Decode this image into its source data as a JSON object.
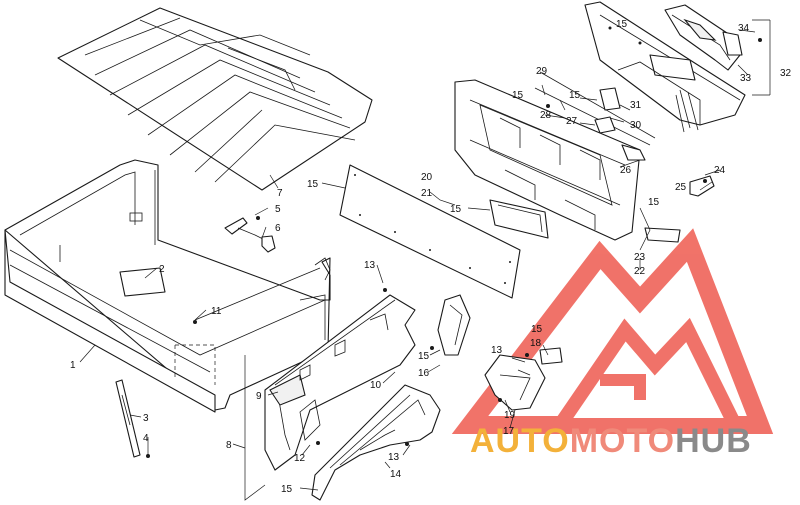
{
  "callouts": [
    "1",
    "2",
    "3",
    "4",
    "5",
    "6",
    "7",
    "8",
    "9",
    "10",
    "11",
    "12",
    "13",
    "13",
    "13",
    "14",
    "15",
    "15",
    "15",
    "15",
    "15",
    "15",
    "15",
    "15",
    "15",
    "16",
    "17",
    "18",
    "19",
    "20",
    "21",
    "22",
    "23",
    "24",
    "25",
    "26",
    "27",
    "28",
    "29",
    "30",
    "31",
    "32",
    "33",
    "34"
  ],
  "watermark": {
    "auto": "AUTO",
    "moto": "MOTO",
    "hub": "HUB",
    "colors": {
      "auto": "#f3b13a",
      "moto": "#f08a7a",
      "hub": "#8a8a8a",
      "logo": "#ee5a4f"
    }
  }
}
